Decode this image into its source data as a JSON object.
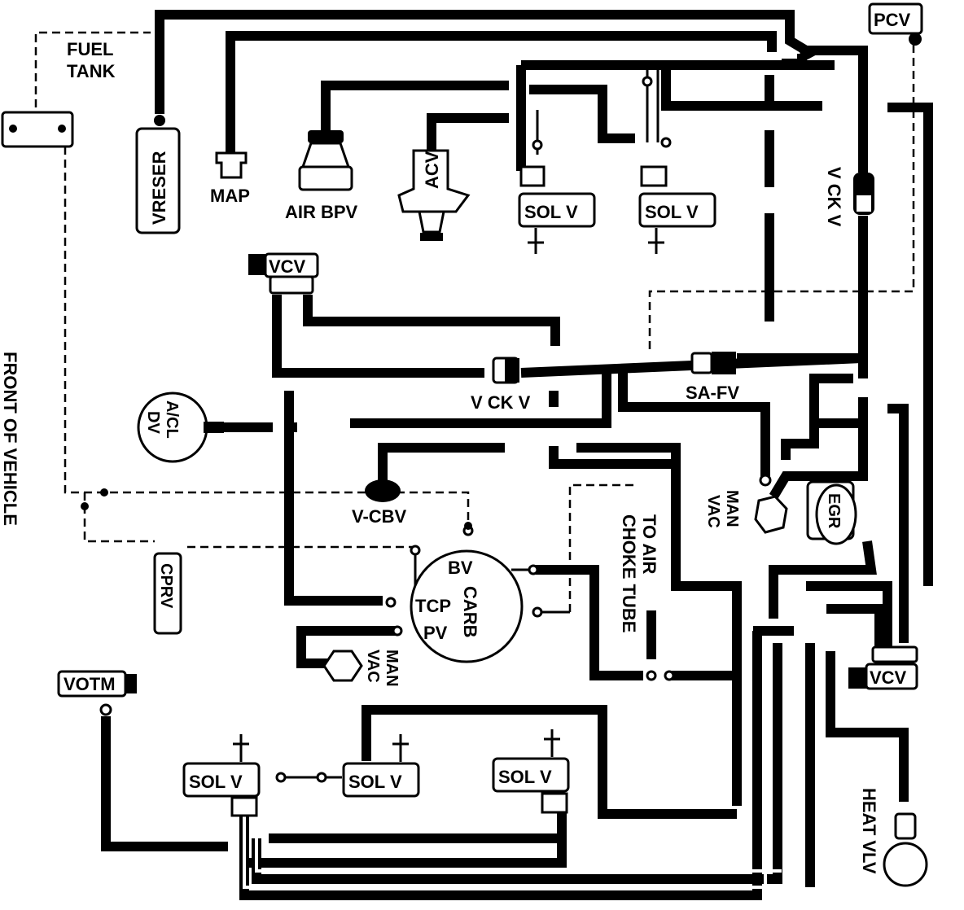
{
  "labels": {
    "fuel_tank_line1": "FUEL",
    "fuel_tank_line2": "TANK",
    "pcv": "PCV",
    "vreser": "VRESER",
    "map": "MAP",
    "air_bpv": "AIR BPV",
    "acv": "ACV",
    "sol_v_1": "SOL V",
    "sol_v_2": "SOL V",
    "v_ck_v_vertical": "V CK V",
    "vcv_top": "VCV",
    "v_ck_v_middle": "V CK V",
    "sa_fv": "SA-FV",
    "front_of_vehicle": "FRONT OF VEHICLE",
    "acl_dv_line1": "A/CL",
    "acl_dv_line2": "DV",
    "v_cbv": "V-CBV",
    "cprv": "CPRV",
    "carb_bv": "BV",
    "carb_tcp": "TCP",
    "carb_pv": "PV",
    "carb": "CARB",
    "man_vac_line1": "MAN",
    "man_vac_line2": "VAC",
    "man_vac_right_line1": "MAN",
    "man_vac_right_line2": "VAC",
    "to_air_line1": "TO AIR",
    "to_air_line2": "CHOKE TUBE",
    "egr": "EGR",
    "vcv_right": "VCV",
    "votm": "VOTM",
    "sol_v_bottom_1": "SOL V",
    "sol_v_bottom_2": "SOL V",
    "sol_v_bottom_3": "SOL V",
    "heat_vlv": "HEAT VLV"
  }
}
